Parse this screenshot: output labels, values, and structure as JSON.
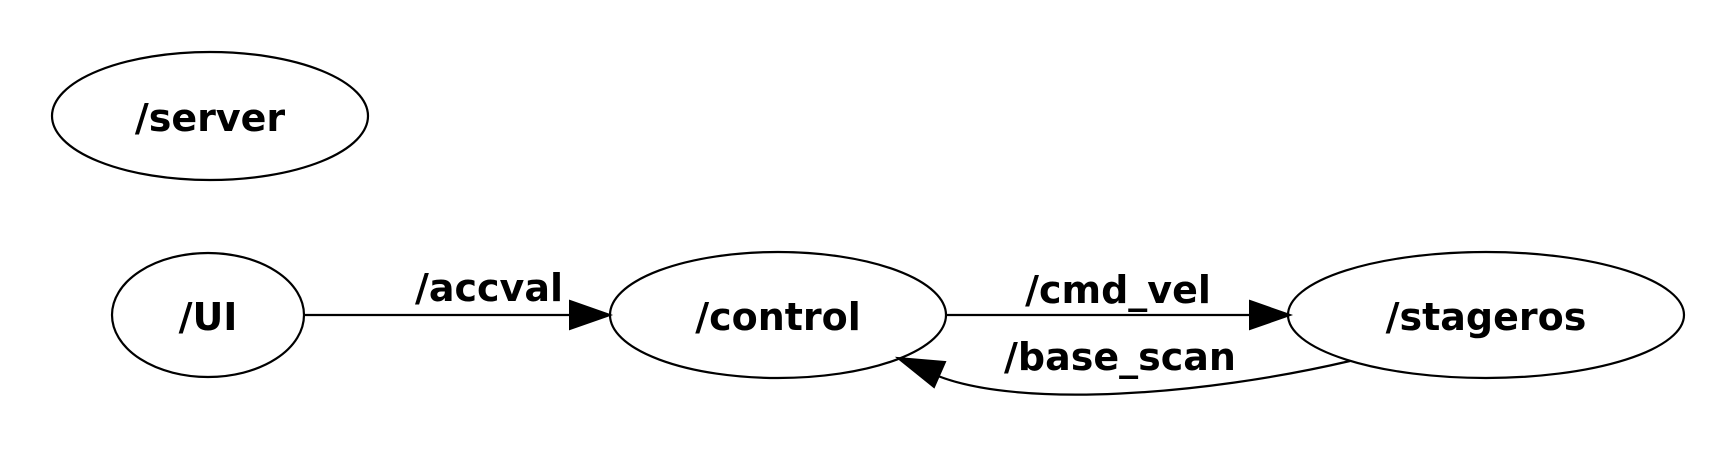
{
  "graph": {
    "nodes": {
      "server": "/server",
      "ui": "/UI",
      "control": "/control",
      "stageros": "/stageros"
    },
    "edges": {
      "accval": "/accval",
      "cmd_vel": "/cmd_vel",
      "base_scan": "/base_scan"
    }
  }
}
